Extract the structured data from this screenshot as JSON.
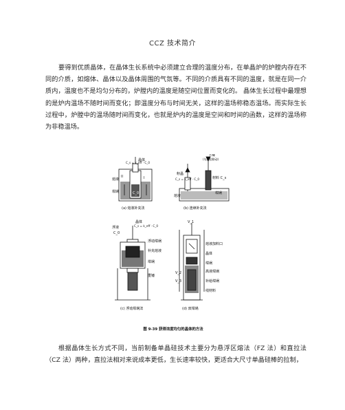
{
  "document": {
    "title": "CCZ 技术简介",
    "paragraph_1": "要得到优质晶体，在晶体生长系统中必须建立合理的温度分布，在单晶炉的炉膛内存在不同的介质，如熔体、晶体以及晶体周围的气氛等。不同的介质具有不同的温度，就是在同一介质内，温度也不是均匀分布的，炉膛内的温度是随空间位置而变化的。 晶体生长过程中最理想的是炉内温场不随时间而变化；即温度分布与时间无关，这样的温场称稳态温场。而实际生长过程中，炉膛中的温场随时间而变化，也就是炉内的温度是空间和时间的函数，这样的温场称为非稳温场。",
    "paragraph_2": "根据晶体生长方式不同，当前制备单晶硅技术主要分为悬浮区熔法（FZ 法）和直拉法（CZ 法）两种，直拉法相对来说成本更低，生长速率较快，更适合大尺寸单晶硅棒的拉制，"
  },
  "figure": {
    "caption": "图 9-39   获得浓度均匀的晶体的方法",
    "panel_a": {
      "label": "(a)  熔液补充法",
      "labels": [
        "晶体",
        "C_s = k_eff · C_0",
        "熔液",
        "坩埚",
        "I",
        "II",
        "C_0"
      ]
    },
    "panel_b": {
      "label": "(b)  连续补充法",
      "labels": [
        "下降",
        "(与提拉联动)",
        "籽晶",
        "C_s = k_eff · C_0",
        "熔液",
        "材料 C_s",
        "坩埚"
      ]
    },
    "panel_c": {
      "label": "(c)  浮动坩埚法",
      "labels": [
        "晶体",
        "C_s = k_eff · C_0",
        "浮液",
        "C_0",
        "浮动坩埚",
        "补充熔液",
        "坩埚",
        "重锤"
      ]
    },
    "panel_d": {
      "label": "(d)  双坩埚",
      "labels": [
        "V_1",
        "V_2",
        "V_3",
        "熔液加料口",
        "晶体",
        "坩埚",
        "高液坩埚",
        "补给坩埚",
        "线材料"
      ]
    }
  }
}
